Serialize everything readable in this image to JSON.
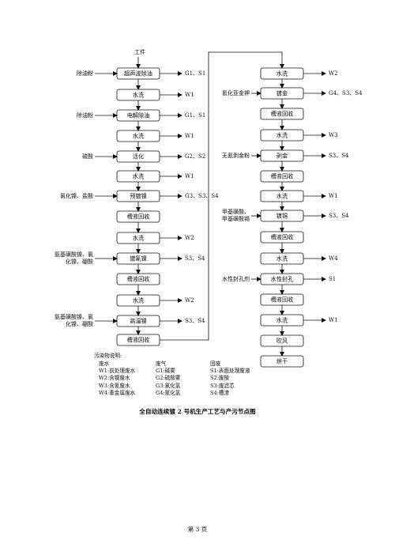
{
  "input_label": "工件",
  "left_column": {
    "steps": [
      {
        "name": "超声波除油",
        "input": "除油粉",
        "output": "G1、S1"
      },
      {
        "name": "水洗",
        "input": "",
        "output": "W1"
      },
      {
        "name": "电解除油",
        "input": "除油粉",
        "output": "G1、S1"
      },
      {
        "name": "水洗",
        "input": "",
        "output": "W1"
      },
      {
        "name": "活化",
        "input": "硫酸",
        "output": "G2、S2"
      },
      {
        "name": "水洗",
        "input": "",
        "output": "W1"
      },
      {
        "name": "预镀镍",
        "input": "氯化镍、盐酸",
        "output": "G3、S3、S4"
      },
      {
        "name": "槽液回收",
        "input": "",
        "output": ""
      },
      {
        "name": "水洗",
        "input": "",
        "output": "W2"
      },
      {
        "name": "镀氰镍",
        "input": "氨基磺酸镍、氯\n化镍、硼酸",
        "output": "S3、S4"
      },
      {
        "name": "槽液回收",
        "input": "",
        "output": ""
      },
      {
        "name": "水洗",
        "input": "",
        "output": "W2"
      },
      {
        "name": "高温镍",
        "input": "氨基磺酸镍、氯\n化镍、硼酸",
        "output": "S3、S4"
      },
      {
        "name": "槽液回收",
        "input": "",
        "output": ""
      }
    ]
  },
  "right_column": {
    "steps": [
      {
        "name": "水洗",
        "input": "",
        "output": "W2"
      },
      {
        "name": "镀金",
        "input": "氰化亚金钾",
        "output": "G4、S3、S4"
      },
      {
        "name": "槽液回收",
        "input": "",
        "output": ""
      },
      {
        "name": "水洗",
        "input": "",
        "output": "W3"
      },
      {
        "name": "剥金",
        "input": "无氰剥金粉",
        "output": "S3、S4"
      },
      {
        "name": "槽液回收",
        "input": "",
        "output": ""
      },
      {
        "name": "水洗",
        "input": "",
        "output": "W1"
      },
      {
        "name": "镀锡",
        "input": "甲基磺酸、\n甲基磺酸锡",
        "output": "S3、S4"
      },
      {
        "name": "槽液回收",
        "input": "",
        "output": ""
      },
      {
        "name": "水洗",
        "input": "",
        "output": "W4"
      },
      {
        "name": "水性封孔",
        "input": "水性封孔剂",
        "output": "S1"
      },
      {
        "name": "槽液回收",
        "input": "",
        "output": ""
      },
      {
        "name": "水洗",
        "input": "",
        "output": "W1"
      },
      {
        "name": "吹风",
        "input": "",
        "output": ""
      },
      {
        "name": "烘干",
        "input": "",
        "output": ""
      }
    ]
  },
  "legend": {
    "title": "污染物说明:",
    "columns": [
      {
        "header": "废水",
        "items": [
          "W1:前处理废水",
          "W2:含镍废水",
          "W3:含氰废水",
          "W4:重金属废水"
        ]
      },
      {
        "header": "废气",
        "items": [
          "G1:碱雾",
          "G2:硫酸雾",
          "G3:氯化氢",
          "G4:氰化氢"
        ]
      },
      {
        "header": "固废",
        "items": [
          "S1:表面处理废液",
          "S2:废酸",
          "S3:废滤芯",
          "S4:槽渣"
        ]
      }
    ]
  },
  "caption": "全自动连续镀 2 号机生产工艺与产污节点图",
  "page_number": "第 3 页"
}
